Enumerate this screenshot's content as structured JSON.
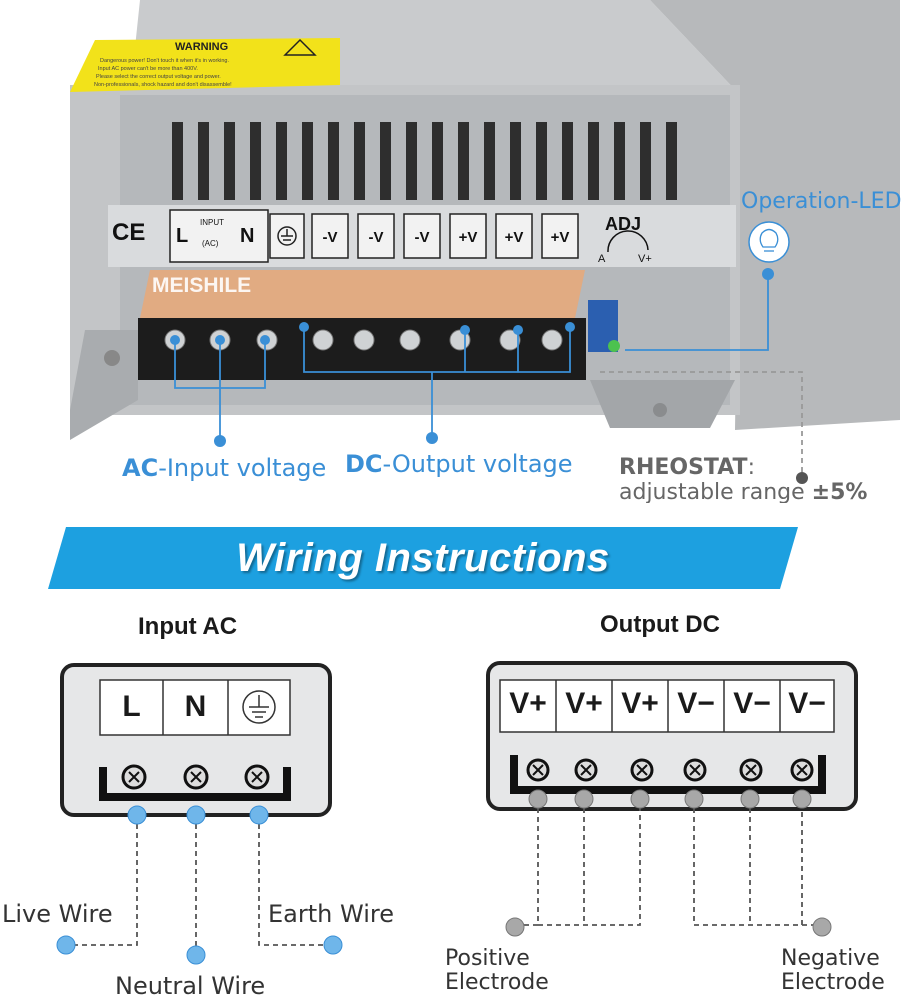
{
  "product": {
    "brand_text": "MEISHILE",
    "warning_label": "WARNING",
    "warning_lines": [
      "Dangerous power! Don't touch it when it's in working.",
      "Input AC power can't be more than 400V.",
      "Please select the correct output voltage and power.",
      "Non-professionals, shock hazard and don't disassemble!"
    ],
    "ce_mark": "CE",
    "terminal_strip": {
      "input_label": "INPUT",
      "ac_label": "(AC)",
      "l_label": "L",
      "n_label": "N",
      "terminals": [
        "-V",
        "-V",
        "-V",
        "+V",
        "+V",
        "+V"
      ],
      "adj_label": "ADJ",
      "adj_a": "A",
      "adj_v": "V+"
    }
  },
  "callouts": {
    "operation_led": "Operation-LED",
    "ac_prefix": "AC",
    "ac_suffix": "-Input voltage",
    "dc_prefix": "DC",
    "dc_suffix": "-Output voltage",
    "rheostat_title": "RHEOSTAT",
    "rheostat_colon": ":",
    "rheostat_text": "adjustable range ",
    "rheostat_range": "±5%"
  },
  "banner": {
    "title": "Wiring Instructions"
  },
  "input_ac": {
    "heading": "Input AC",
    "terminals": [
      "L",
      "N"
    ],
    "earth_icon": "ground-icon",
    "labels": {
      "live": "Live Wire",
      "neutral": "Neutral Wire",
      "earth": "Earth Wire"
    }
  },
  "output_dc": {
    "heading": "Output DC",
    "terminals": [
      "V+",
      "V+",
      "V+",
      "V−",
      "V−",
      "V−"
    ],
    "labels": {
      "positive_1": "Positive",
      "positive_2": "Electrode",
      "negative_1": "Negative",
      "negative_2": "Electrode"
    }
  },
  "colors": {
    "accent_blue": "#3a8fd6",
    "banner_blue": "#1da0e0",
    "dot_blue": "#6fb6ea",
    "dot_grey": "#9a9a9a",
    "dashed_line": "#555555"
  }
}
